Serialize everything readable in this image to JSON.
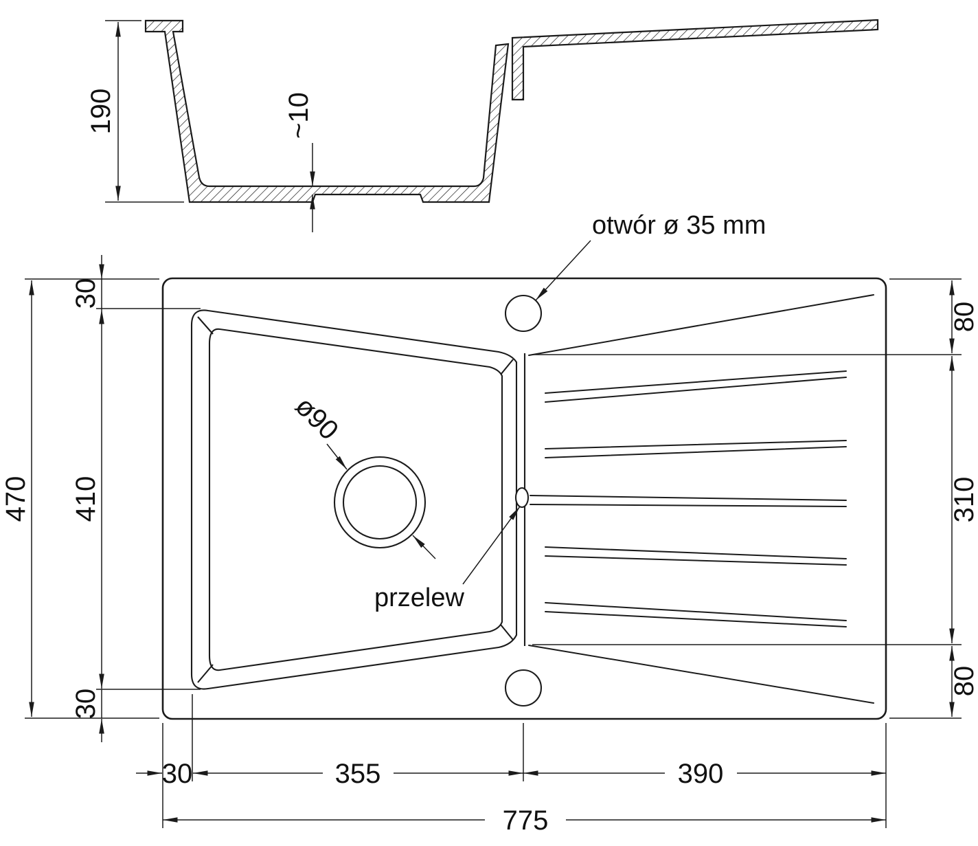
{
  "meta": {
    "drawing_type": "technical dimension drawing of kitchen sink with drainer",
    "views": [
      "cross-section",
      "top plan"
    ],
    "units": "mm",
    "line_color": "#1b1b1b",
    "background_color": "#ffffff"
  },
  "section_view": {
    "dims": {
      "depth": "190",
      "bottom_thickness": "~10"
    }
  },
  "plan_view": {
    "dims": {
      "overall_width": "470",
      "top_margin": "30",
      "bowl_width": "410",
      "bottom_margin": "30",
      "drainer_top_margin": "80",
      "drainer_width": "310",
      "drainer_bottom_margin": "80",
      "left_margin": "30",
      "bowl_length": "355",
      "drainer_length": "390",
      "overall_length": "775"
    },
    "annotations": {
      "tap_hole": "otwór ø 35 mm",
      "overflow": "przelew",
      "drain_diameter": "ø90"
    }
  }
}
